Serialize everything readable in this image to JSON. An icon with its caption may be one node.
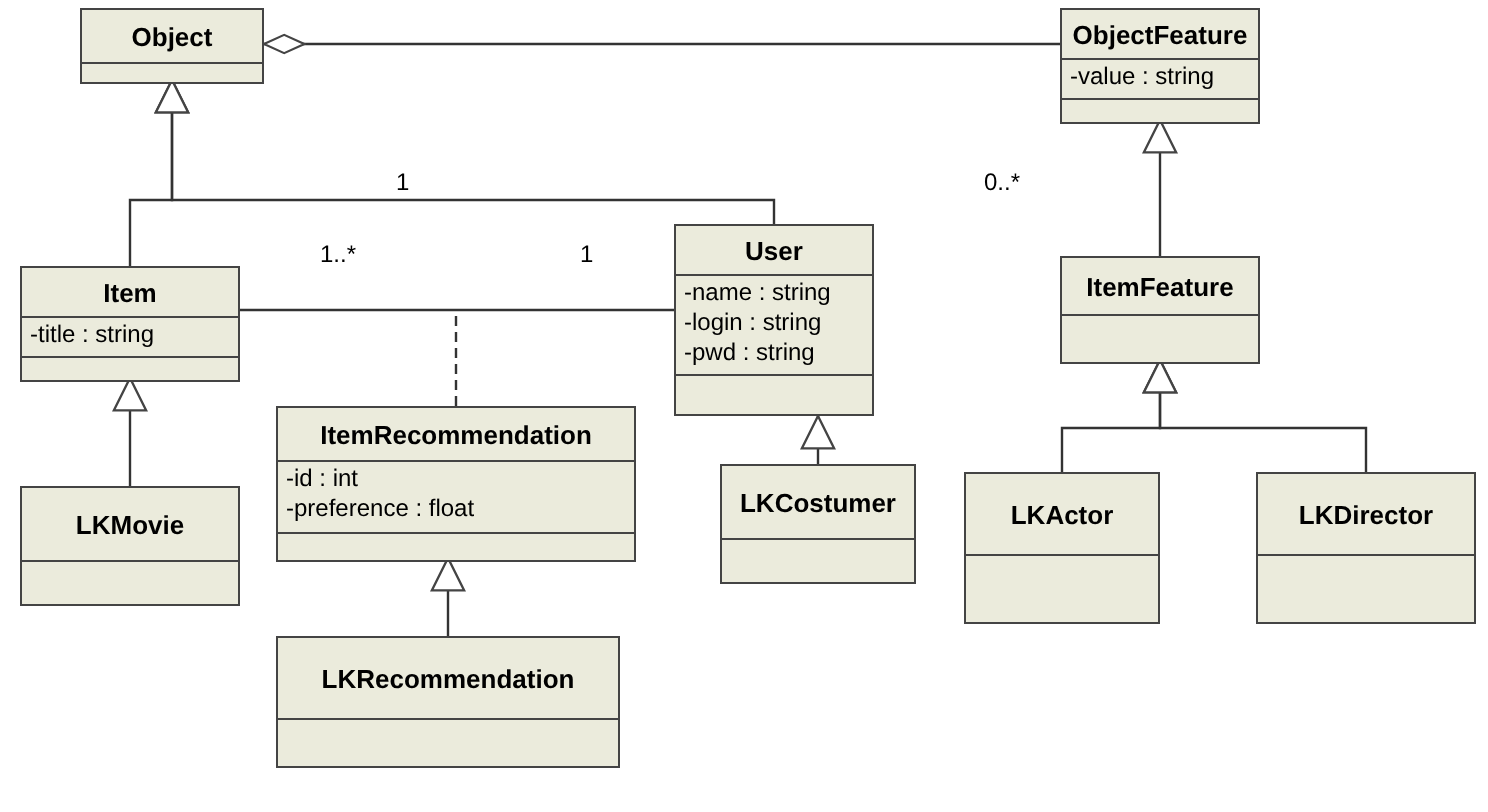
{
  "diagram": {
    "nodes": [
      {
        "text": [
          "Object"
        ]
      },
      {
        "text": [
          "ObjectFeature",
          "-value : string"
        ]
      },
      {
        "text": [
          "Item",
          "-title : string"
        ]
      },
      {
        "text": [
          "User",
          "-name : string",
          "-login : string",
          "-pwd : string"
        ]
      },
      {
        "text": [
          "ItemFeature"
        ]
      },
      {
        "text": [
          "ItemRecommendation",
          "-id : int",
          "-preference : float"
        ]
      },
      {
        "text": [
          "LKMovie"
        ]
      },
      {
        "text": [
          "LKCostumer"
        ]
      },
      {
        "text": [
          "LKActor"
        ]
      },
      {
        "text": [
          "LKDirector"
        ]
      },
      {
        "text": [
          "LKRecommendation"
        ]
      }
    ],
    "edges": [
      {
        "from": 0,
        "to": 1,
        "arrow": "other"
      },
      {
        "from": 2,
        "to": 0,
        "arrow": "to"
      },
      {
        "from": 3,
        "to": 0,
        "arrow": "to"
      },
      {
        "from": 4,
        "to": 1,
        "arrow": "to"
      },
      {
        "from": 6,
        "to": 2,
        "arrow": "to"
      },
      {
        "from": 2,
        "to": 3,
        "arrow": "none"
      },
      {
        "from": 5,
        "to": null,
        "arrow": "none",
        "style": "dashed"
      },
      {
        "from": 7,
        "to": 3,
        "arrow": "to"
      },
      {
        "from": 8,
        "to": 4,
        "arrow": "to"
      },
      {
        "from": 9,
        "to": 4,
        "arrow": "to"
      },
      {
        "from": 10,
        "to": 5,
        "arrow": "to"
      }
    ],
    "labels": [
      "1",
      "0..*",
      "1..*",
      "1"
    ]
  }
}
